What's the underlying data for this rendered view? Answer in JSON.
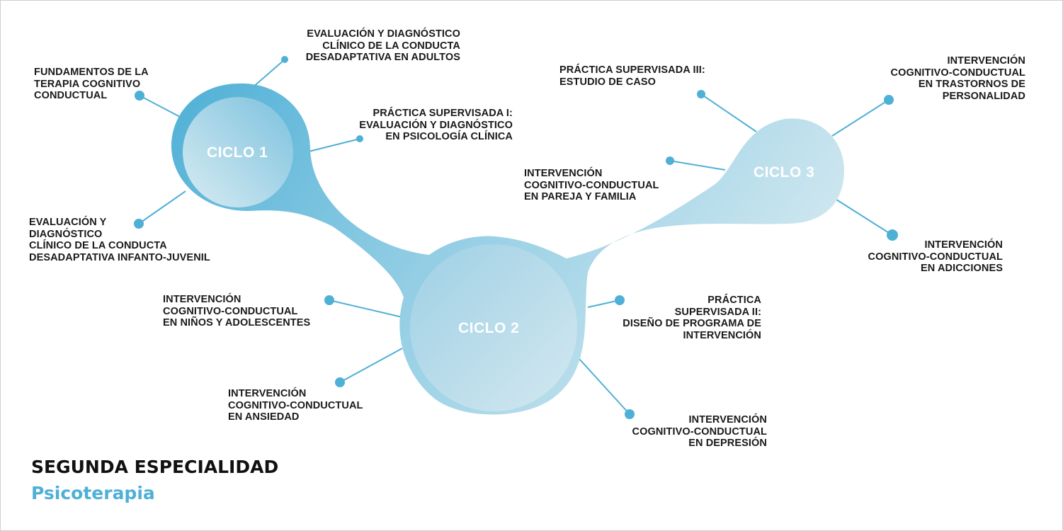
{
  "colors": {
    "accent": "#4fb0d6",
    "accent_dark": "#3fa4cf",
    "light": "#c9e3ee",
    "text": "#1a1a1a"
  },
  "cycles": [
    {
      "label": "CICLO 1"
    },
    {
      "label": "CICLO 2"
    },
    {
      "label": "CICLO 3"
    }
  ],
  "courses": {
    "c1_fundamentos": "FUNDAMENTOS DE LA\nTERAPIA COGNITIVO\nCONDUCTUAL",
    "c1_eval_adultos": "EVALUACIÓN Y DIAGNÓSTICO\nCLÍNICO DE LA CONDUCTA\nDESADAPTATIVA EN ADULTOS",
    "c1_practica_1": "PRÁCTICA SUPERVISADA I:\nEVALUACIÓN Y DIAGNÓSTICO\nEN PSICOLOGÍA CLÍNICA",
    "c1_eval_infanto": "EVALUACIÓN Y\nDIAGNÓSTICO\nCLÍNICO DE LA CONDUCTA\nDESADAPTATIVA INFANTO-JUVENIL",
    "c2_ninos": "INTERVENCIÓN\nCOGNITIVO-CONDUCTUAL\nEN NIÑOS Y ADOLESCENTES",
    "c2_ansiedad": "INTERVENCIÓN\nCOGNITIVO-CONDUCTUAL\nEN ANSIEDAD",
    "c2_practica_2": "PRÁCTICA\nSUPERVISADA II:\nDISEÑO DE PROGRAMA DE\nINTERVENCIÓN",
    "c2_depresion": "INTERVENCIÓN\nCOGNITIVO-CONDUCTUAL\nEN DEPRESIÓN",
    "c3_practica_3": "PRÁCTICA SUPERVISADA III:\nESTUDIO DE CASO",
    "c3_pareja": "INTERVENCIÓN\nCOGNITIVO-CONDUCTUAL\nEN PAREJA Y FAMILIA",
    "c3_personalidad": "INTERVENCIÓN\nCOGNITIVO-CONDUCTUAL\nEN TRASTORNOS DE\nPERSONALIDAD",
    "c3_adicciones": "INTERVENCIÓN\nCOGNITIVO-CONDUCTUAL\nEN ADICCIONES"
  },
  "footer": {
    "title": "SEGUNDA ESPECIALIDAD",
    "subtitle": "Psicoterapia"
  }
}
